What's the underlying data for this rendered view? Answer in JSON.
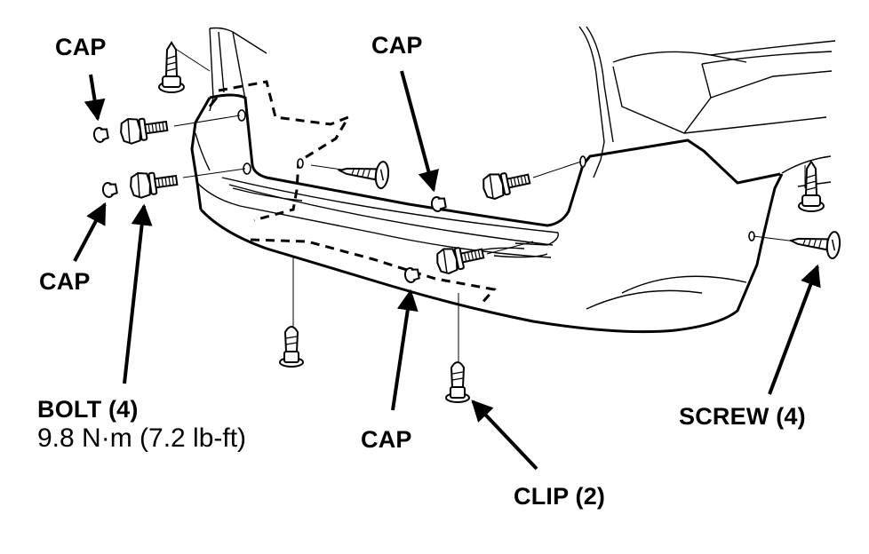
{
  "labels": {
    "cap_top_left": "CAP",
    "cap_top_center": "CAP",
    "cap_mid_left": "CAP",
    "cap_bottom_center": "CAP",
    "bolt": "BOLT (4)",
    "bolt_torque": "9.8 N·m (7.2 lb-ft)",
    "clip": "CLIP (2)",
    "screw": "SCREW (4)"
  },
  "colors": {
    "line": "#000000",
    "background": "#ffffff",
    "ghost": "#7a7a7a"
  }
}
